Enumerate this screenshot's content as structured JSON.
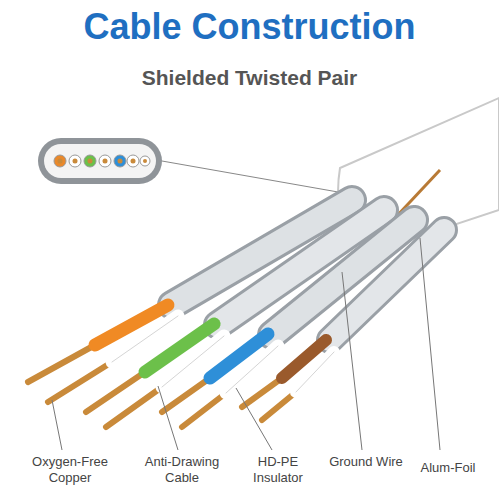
{
  "diagram": {
    "title": "Cable Construction",
    "labels": [
      "Shielded Twisted Pair",
      "Oxygen-Free Copper",
      "Anti-Drawing Cable",
      "HD-PE Insulator",
      "Ground Wire",
      "Alum-Foil"
    ]
  }
}
